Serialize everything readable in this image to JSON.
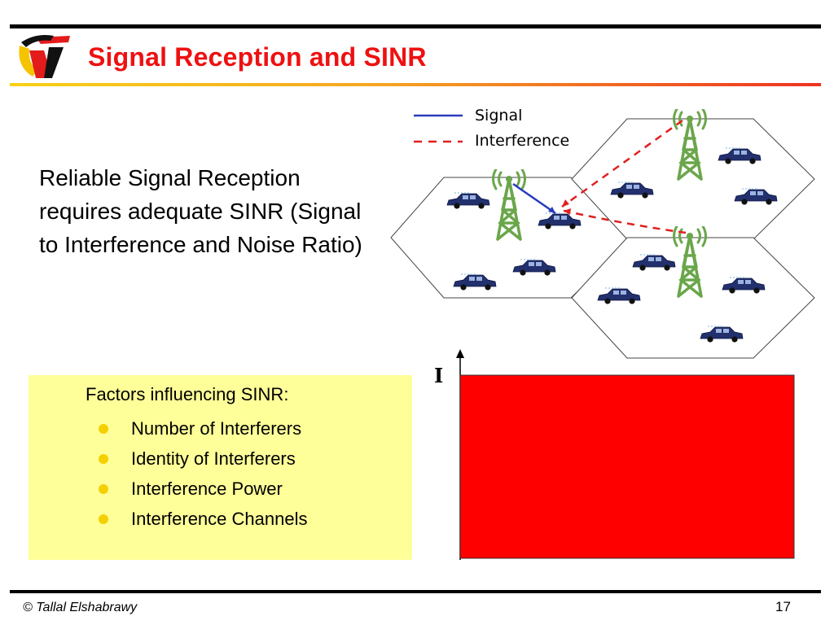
{
  "header": {
    "title": "Signal Reception and SINR",
    "logo_icon": "cv-logo-icon"
  },
  "main": {
    "text": "Reliable Signal Reception requires adequate SINR (Signal to Interference and Noise Ratio)"
  },
  "legend": {
    "signal_label": "Signal",
    "interference_label": "Interference",
    "signal_color": "#2a3bbd",
    "interference_color": "#e02020"
  },
  "diagram": {
    "tower_icon": "cell-tower-icon",
    "car_icon": "car-icon",
    "tower_color": "#6aa64a",
    "car_color": "#22306e"
  },
  "factors": {
    "title": "Factors influencing SINR:",
    "items": [
      "Number of Interferers",
      "Identity of Interferers",
      "Interference Power",
      "Interference Channels"
    ],
    "box_color": "#ffff99",
    "bullet_color": "#f5d000"
  },
  "chart": {
    "axis_label": "I",
    "fill_color": "#ff0000"
  },
  "footer": {
    "copyright": "© Tallal Elshabrawy",
    "page_number": "17"
  },
  "colors": {
    "title": "#ee1111",
    "accent_gradient_start": "#f7d117",
    "accent_gradient_end": "#ee3322"
  }
}
